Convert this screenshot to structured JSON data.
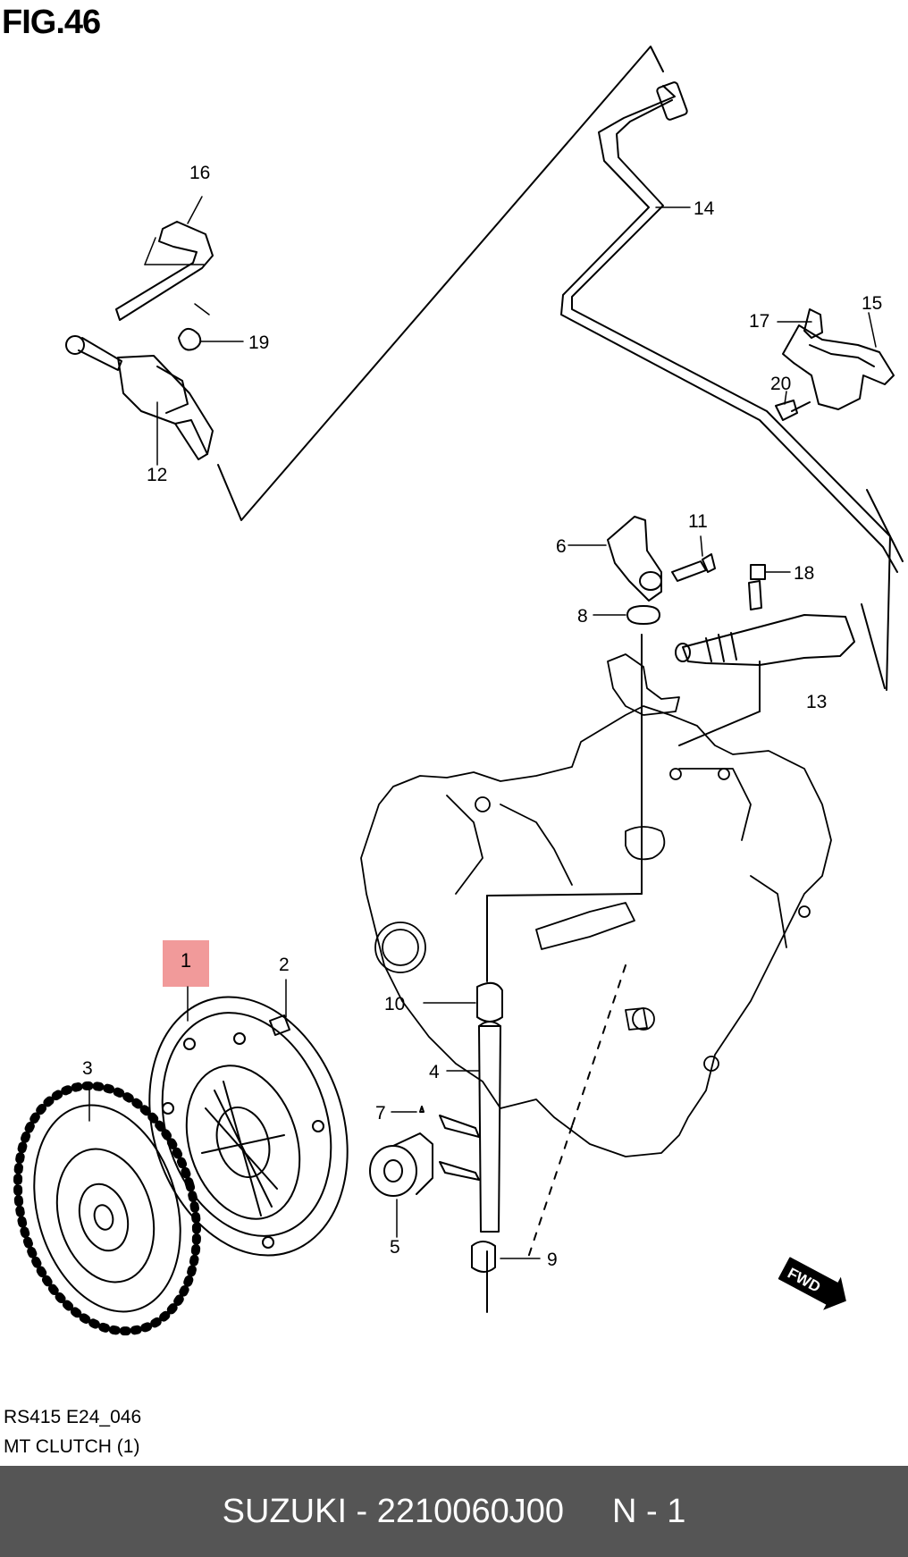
{
  "figure": {
    "title": "FIG.46"
  },
  "highlight": {
    "label": "1",
    "color": "#f19a9a"
  },
  "parts": [
    {
      "id": "1",
      "text": "1"
    },
    {
      "id": "2",
      "text": "2"
    },
    {
      "id": "3",
      "text": "3"
    },
    {
      "id": "4",
      "text": "4"
    },
    {
      "id": "5",
      "text": "5"
    },
    {
      "id": "6",
      "text": "6"
    },
    {
      "id": "7",
      "text": "7"
    },
    {
      "id": "8",
      "text": "8"
    },
    {
      "id": "9",
      "text": "9"
    },
    {
      "id": "10",
      "text": "10"
    },
    {
      "id": "11",
      "text": "11"
    },
    {
      "id": "12",
      "text": "12"
    },
    {
      "id": "13",
      "text": "13"
    },
    {
      "id": "14",
      "text": "14"
    },
    {
      "id": "15",
      "text": "15"
    },
    {
      "id": "16",
      "text": "16"
    },
    {
      "id": "17",
      "text": "17"
    },
    {
      "id": "18",
      "text": "18"
    },
    {
      "id": "19",
      "text": "19"
    },
    {
      "id": "20",
      "text": "20"
    }
  ],
  "direction_badge": "FWD",
  "caption": {
    "code": "RS415 E24_046",
    "name": "MT CLUTCH (1)"
  },
  "footer": {
    "brand_part": "SUZUKI - 2210060J00",
    "page": "N - 1",
    "background": "#555555"
  }
}
